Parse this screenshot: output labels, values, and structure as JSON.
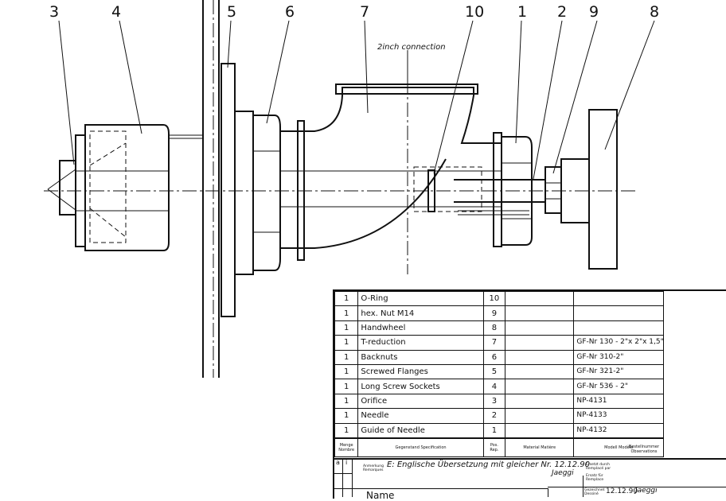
{
  "drawing": {
    "callouts": [
      "3",
      "4",
      "5",
      "6",
      "7",
      "10",
      "1",
      "2",
      "9",
      "8"
    ],
    "connection_note": "2inch connection"
  },
  "parts_list": {
    "rows": [
      {
        "qty": "1",
        "description": "O-Ring",
        "pos": "10",
        "material": "",
        "standard": ""
      },
      {
        "qty": "1",
        "description": "hex. Nut M14",
        "pos": "9",
        "material": "",
        "standard": ""
      },
      {
        "qty": "1",
        "description": "Handwheel",
        "pos": "8",
        "material": "",
        "standard": ""
      },
      {
        "qty": "1",
        "description": "T-reduction",
        "pos": "7",
        "material": "",
        "standard": "GF-Nr 130 - 2\"x 2\"x 1,5\""
      },
      {
        "qty": "1",
        "description": "Backnuts",
        "pos": "6",
        "material": "",
        "standard": "GF-Nr 310-2\""
      },
      {
        "qty": "1",
        "description": "Screwed Flanges",
        "pos": "5",
        "material": "",
        "standard": "GF-Nr 321-2\""
      },
      {
        "qty": "1",
        "description": "Long Screw Sockets",
        "pos": "4",
        "material": "",
        "standard": "GF-Nr 536 - 2\""
      },
      {
        "qty": "1",
        "description": "Orifice",
        "pos": "3",
        "material": "",
        "standard": "NP-4131"
      },
      {
        "qty": "1",
        "description": "Needle",
        "pos": "2",
        "material": "",
        "standard": "NP-4133"
      },
      {
        "qty": "1",
        "description": "Guide of Needle",
        "pos": "1",
        "material": "",
        "standard": "NP-4132"
      }
    ],
    "header": {
      "qty": "Menge Nombre",
      "description": "Gegenstand Specification",
      "pos": "Pos. Rep.",
      "material": "Material Matière",
      "standard": "Modell Modèle",
      "extra": "Bestellnummer Observations"
    }
  },
  "title_block": {
    "note_label": "Anmerkung Remarques",
    "note_text": "E: Englische Übersetzung mit gleicher Nr. 12.12.90",
    "signature": "Jaeggi",
    "drawn_label": "Ersetzt durch Remplacé par",
    "drawn_label_2": "Ersatz für Remplace",
    "date_label": "Gezeichnet Dessiné",
    "date": "12.12.90",
    "signature_2": "Jaeggi",
    "index_a": "a",
    "index_b": "i",
    "name_fragment": "Name"
  }
}
